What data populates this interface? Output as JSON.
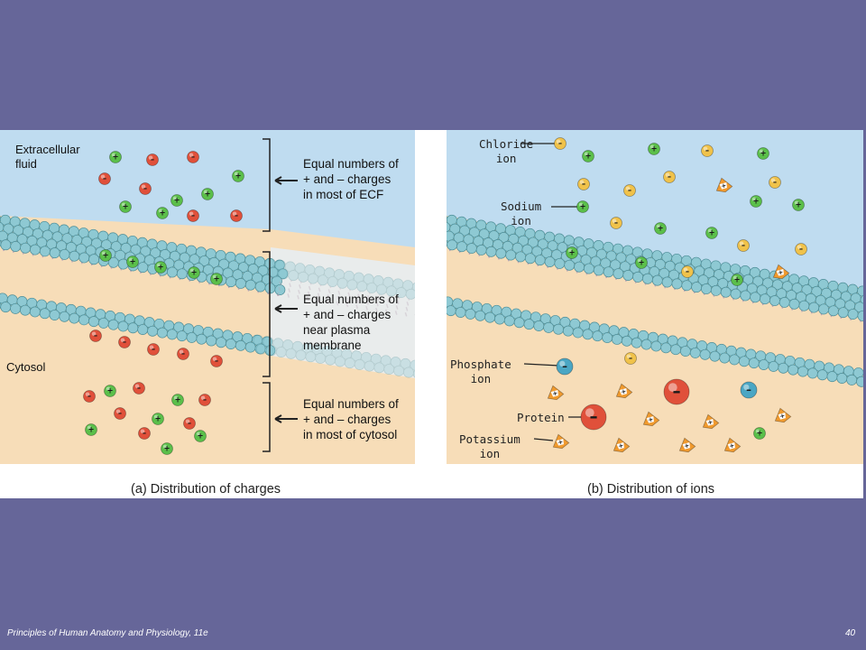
{
  "panel_a": {
    "caption": "(a) Distribution of charges",
    "label_ecf_line1": "Extracellular",
    "label_ecf_line2": "fluid",
    "label_cytosol": "Cytosol",
    "note_top": [
      "Equal numbers of",
      "+ and – charges",
      "in most of ECF"
    ],
    "note_middle": [
      "Equal numbers of",
      "+ and – charges",
      "near plasma",
      "membrane"
    ],
    "note_bottom": [
      "Equal numbers of",
      "+ and – charges",
      "in most of cytosol"
    ]
  },
  "panel_b": {
    "caption": "(b) Distribution of ions",
    "chloride": [
      "Chloride",
      "ion"
    ],
    "sodium": [
      "Sodium",
      "ion"
    ],
    "phosphate": [
      "Phosphate",
      "ion"
    ],
    "protein": "Protein",
    "potassium": [
      "Potassium",
      "ion"
    ]
  },
  "glyphs": {
    "plus": "+",
    "minus": "–"
  },
  "colors": {
    "background": "#666699",
    "ecf": "#bfdcf0",
    "cytosol": "#f7ddb8",
    "positive_ion": "#5bbf4a",
    "negative_ion": "#e0503a",
    "chloride": "#f0c24a",
    "phosphate": "#4aa6c4",
    "potassium": "#f09a2e",
    "lipid_head": "#8ec9d3"
  },
  "footer": {
    "book": "Principles of Human Anatomy and Physiology, 11e",
    "page": "40"
  }
}
